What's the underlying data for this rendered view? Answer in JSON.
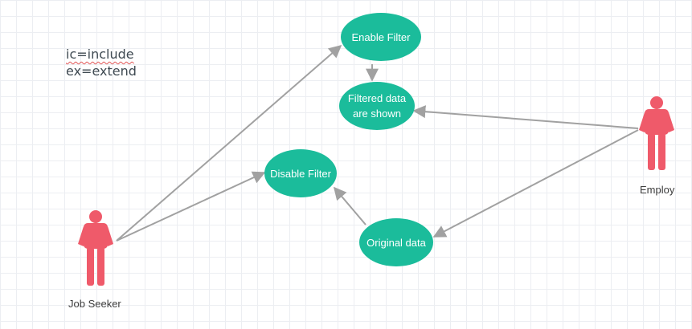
{
  "legend": {
    "line1": "ic=include",
    "line2": "ex=extend"
  },
  "actors": {
    "job_seeker": "Job Seeker",
    "employ": "Employ"
  },
  "use_cases": {
    "enable_filter": "Enable Filter",
    "filtered_data": "Filtered data are shown",
    "disable_filter": "Disable Filter",
    "original_data": "Original data"
  },
  "colors": {
    "use_case_fill": "#1bbc9b",
    "actor_fill": "#ef5a6a",
    "connector": "#a1a1a1"
  }
}
